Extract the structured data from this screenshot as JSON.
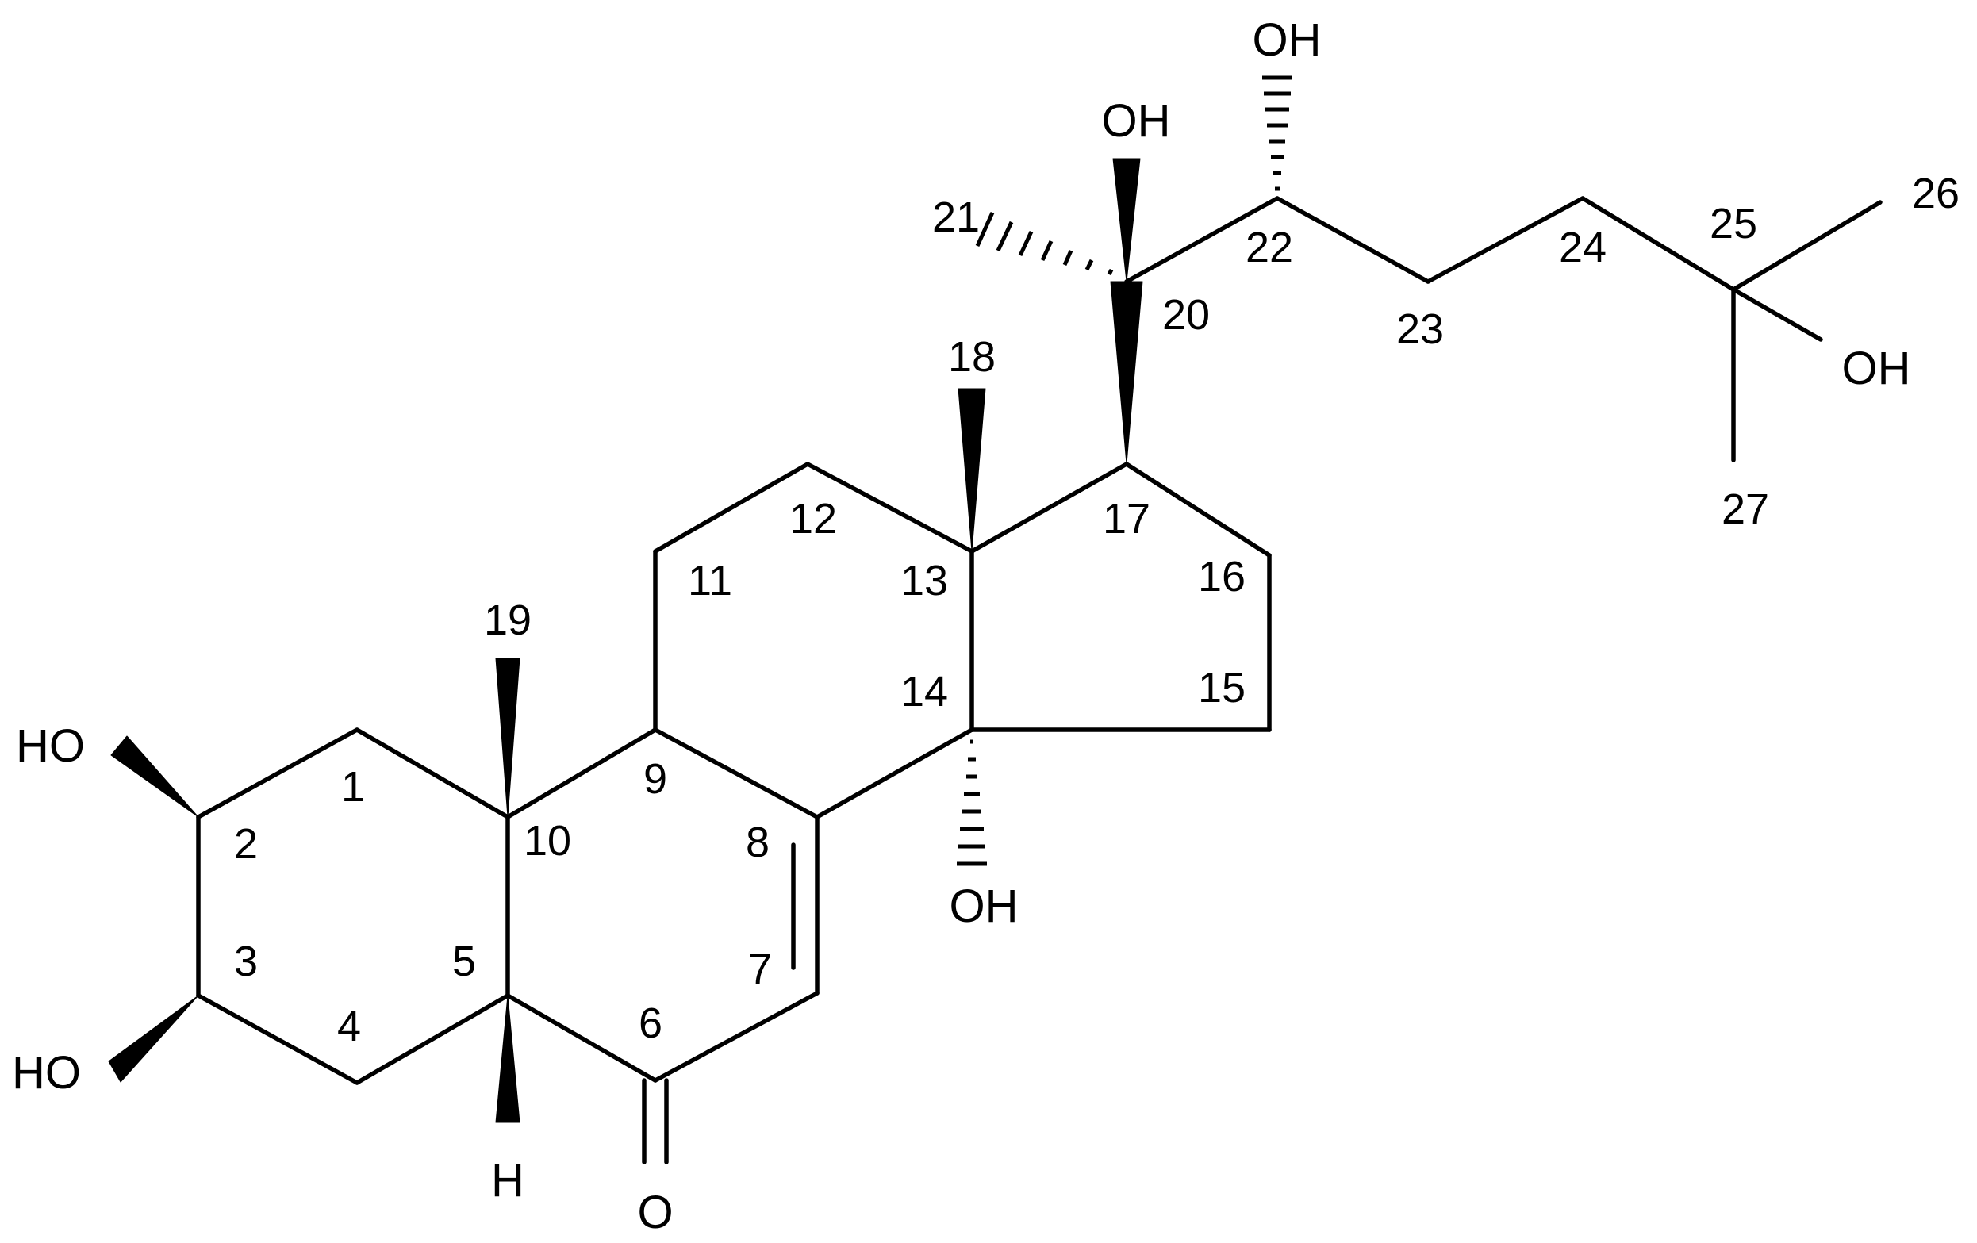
{
  "molecule": {
    "groups": {
      "oh_2": "HO",
      "oh_3": "HO",
      "oh_14": "OH",
      "oh_20": "OH",
      "oh_22": "OH",
      "oh_25": "OH",
      "o_6": "O",
      "h_5": "H"
    },
    "atom_numbers": {
      "c1": "1",
      "c2": "2",
      "c3": "3",
      "c4": "4",
      "c5": "5",
      "c6": "6",
      "c7": "7",
      "c8": "8",
      "c9": "9",
      "c10": "10",
      "c11": "11",
      "c12": "12",
      "c13": "13",
      "c14": "14",
      "c15": "15",
      "c16": "16",
      "c17": "17",
      "c18": "18",
      "c19": "19",
      "c20": "20",
      "c21": "21",
      "c22": "22",
      "c23": "23",
      "c24": "24",
      "c25": "25",
      "c26": "26",
      "c27": "27"
    }
  }
}
